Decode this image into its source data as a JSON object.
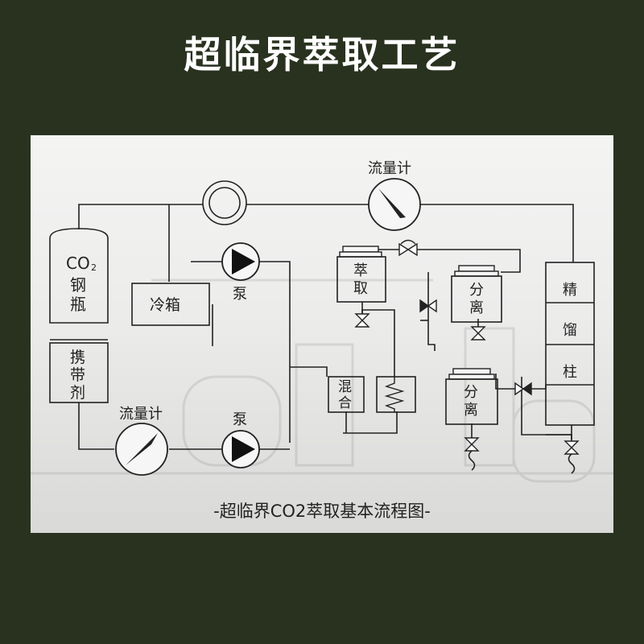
{
  "page": {
    "title": "超临界萃取工艺",
    "caption": "-超临界CO2萃取基本流程图-"
  },
  "diagram": {
    "co2_tank": {
      "line1": "CO",
      "sub": "2",
      "line2": "钢",
      "line3": "瓶"
    },
    "entrainer": {
      "line1": "携",
      "line2": "带",
      "line3": "剂"
    },
    "cold_box": "冷箱",
    "pump_top": "泵",
    "pump_bottom": "泵",
    "flowmeter_top": "流量计",
    "flowmeter_bottom": "流量计",
    "extractor": {
      "line1": "萃",
      "line2": "取"
    },
    "mixer": {
      "line1": "混",
      "line2": "合"
    },
    "separator_1": {
      "line1": "分",
      "line2": "离"
    },
    "separator_2": {
      "line1": "分",
      "line2": "离"
    },
    "column": {
      "line1": "精",
      "line2": "馏",
      "line3": "柱"
    }
  }
}
